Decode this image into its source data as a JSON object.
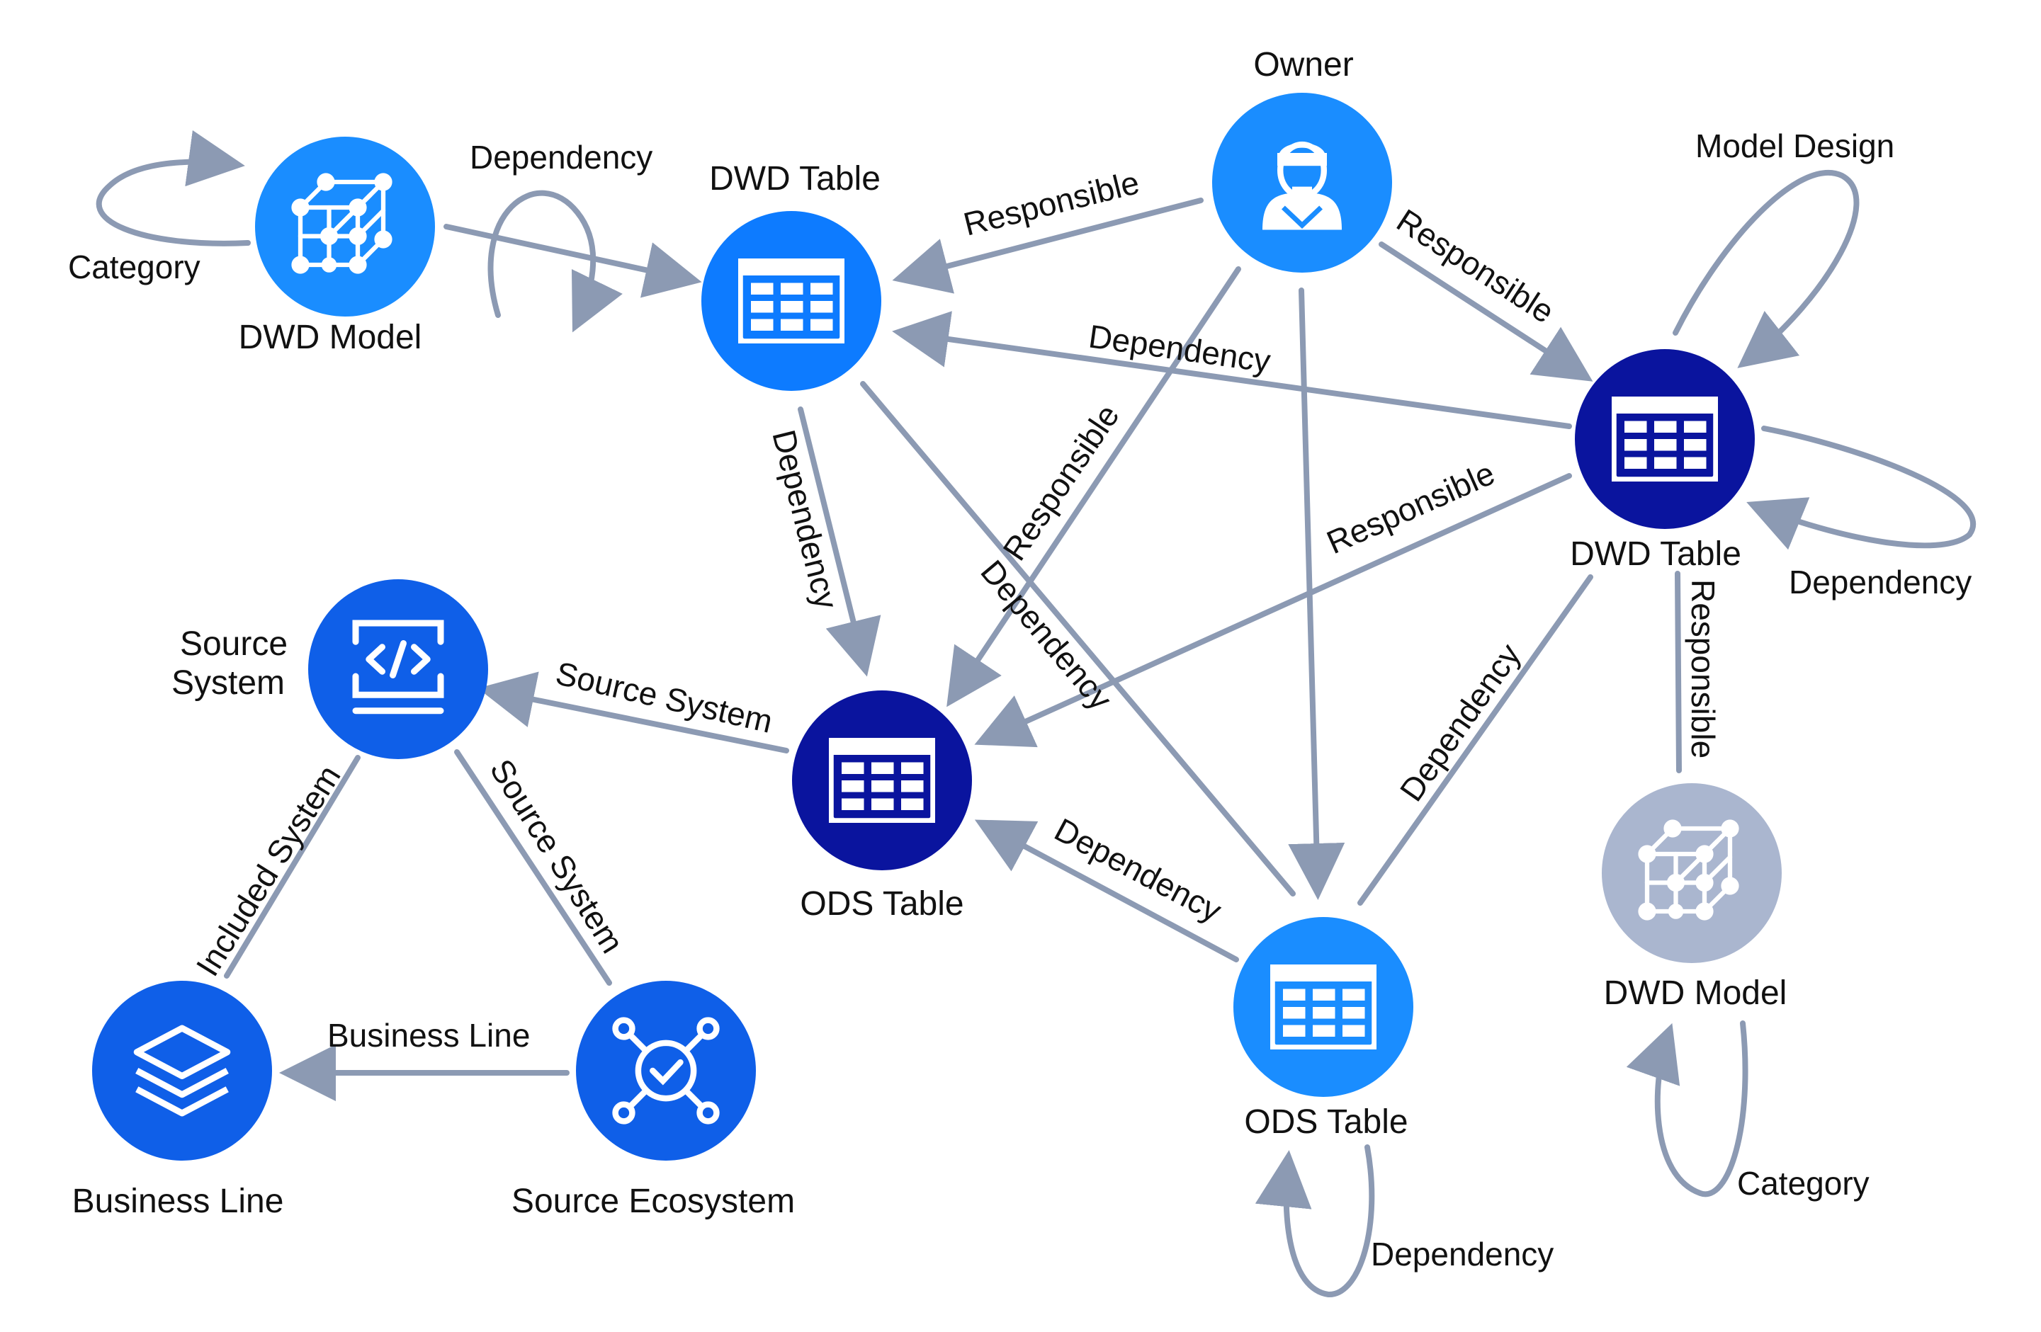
{
  "colors": {
    "edge": "#8c9ab3",
    "blue_bright": "#1a8dff",
    "blue_mid": "#0f5fe8",
    "navy": "#0a149e",
    "model_light": "#aab6cf"
  },
  "nodes": {
    "dwd_model_1": {
      "label": "DWD Model",
      "icon": "cube-network-icon"
    },
    "dwd_table_1": {
      "label": "DWD Table",
      "icon": "table-icon"
    },
    "owner": {
      "label": "Owner",
      "icon": "person-icon"
    },
    "dwd_table_2": {
      "label": "DWD Table",
      "icon": "table-icon"
    },
    "ods_table_1": {
      "label": "ODS Table",
      "icon": "table-icon"
    },
    "source_system": {
      "label_line1": "Source",
      "label_line2": "System",
      "icon": "code-window-icon"
    },
    "business_line": {
      "label": "Business Line",
      "icon": "layers-icon"
    },
    "source_ecosystem": {
      "label": "Source Ecosystem",
      "icon": "network-check-icon"
    },
    "ods_table_2": {
      "label": "ODS Table",
      "icon": "table-icon"
    },
    "dwd_model_2": {
      "label": "DWD Model",
      "icon": "cube-network-icon"
    }
  },
  "edges": {
    "category_1": "Category",
    "dependency_model_1": "Dependency",
    "responsible_owner_dwd1": "Responsible",
    "responsible_owner_dwd2": "Responsible",
    "model_design": "Model Design",
    "dependency_dwd2_dwd1": "Dependency",
    "dependency_dwd1_ods1": "Dependency",
    "responsible_owner_ods1": "Responsible",
    "dependency_dwd1_ods2": "Dependency",
    "responsible_dwd2_ods1": "Responsible",
    "dependency_dwd2_self": "Dependency",
    "responsible_dwd2_model2": "Responsible",
    "source_system_ods1": "Source System",
    "dependency_ods2_dwd2": "Dependency",
    "included_system": "Included System",
    "source_system_eco": "Source System",
    "dependency_ods2_ods1": "Dependency",
    "business_line_edge": "Business Line",
    "category_2": "Category",
    "dependency_ods2_self": "Dependency"
  }
}
